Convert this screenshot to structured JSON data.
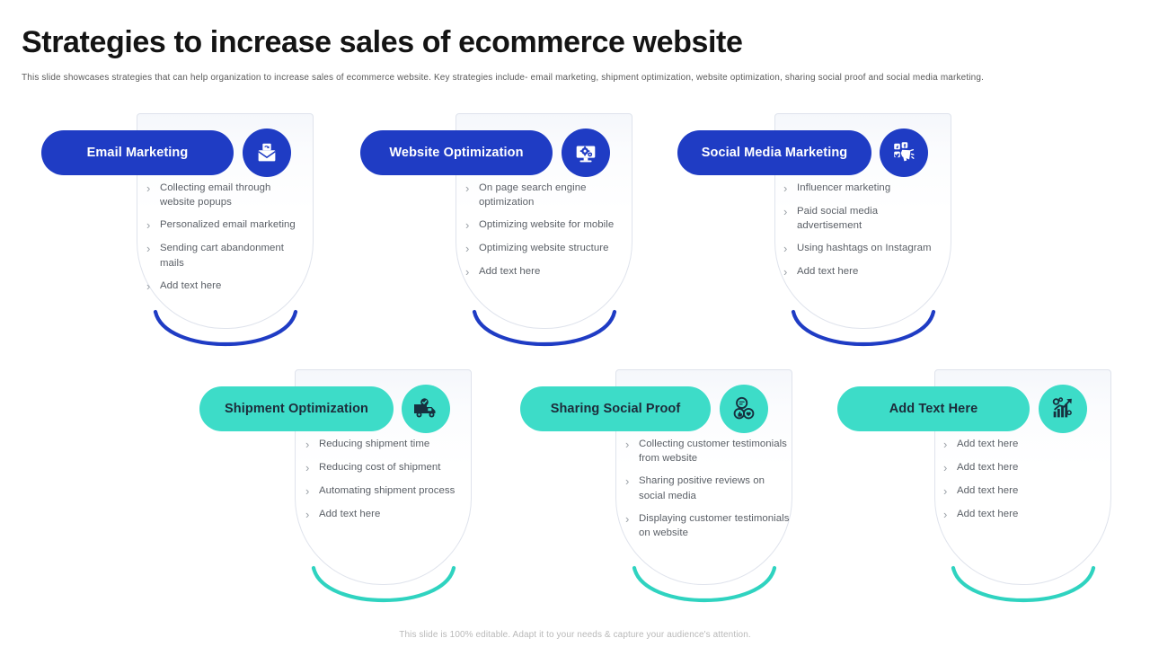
{
  "header": {
    "title": "Strategies to increase sales of ecommerce website",
    "subtitle": "This slide showcases strategies that can help organization to increase sales of ecommerce website. Key strategies include- email marketing, shipment optimization, website optimization, sharing social proof and social media marketing."
  },
  "footer": {
    "note": "This slide is 100% editable. Adapt it to your needs & capture your audience's attention."
  },
  "colors": {
    "blue": "#1f3cc4",
    "blue_arc": "#1f3cc4",
    "teal": "#3ddcc8",
    "teal_arc": "#2fd3c0",
    "title": "#141414",
    "body_text": "#5a5f66",
    "shield_border": "#dfe3ec"
  },
  "bullet_glyph": "›",
  "cards": [
    {
      "id": "email-marketing",
      "label": "Email Marketing",
      "theme": "blue",
      "icon": "envelope-mail-icon",
      "items": [
        "Collecting email through website popups",
        "Personalized email marketing",
        "Sending cart abandonment mails",
        "Add text here"
      ]
    },
    {
      "id": "website-optimization",
      "label": "Website Optimization",
      "theme": "blue",
      "icon": "monitor-gear-icon",
      "items": [
        "On page search engine optimization",
        "Optimizing website for mobile",
        "Optimizing website structure",
        "Add text here"
      ]
    },
    {
      "id": "social-media-marketing",
      "label": "Social Media Marketing",
      "theme": "blue",
      "icon": "social-megaphone-icon",
      "items": [
        "Influencer marketing",
        "Paid social media advertisement",
        "Using hashtags on Instagram",
        "Add text here"
      ]
    },
    {
      "id": "shipment-optimization",
      "label": "Shipment Optimization",
      "theme": "teal",
      "icon": "delivery-truck-icon",
      "items": [
        "Reducing shipment time",
        "Reducing cost of shipment",
        "Automating shipment process",
        "Add text here"
      ]
    },
    {
      "id": "sharing-social-proof",
      "label": "Sharing Social Proof",
      "theme": "teal",
      "icon": "review-feedback-icon",
      "items": [
        "Collecting customer testimonials from website",
        "Sharing positive reviews on social media",
        "Displaying customer testimonials on website"
      ]
    },
    {
      "id": "add-text-here",
      "label": "Add Text Here",
      "theme": "teal",
      "icon": "growth-chart-icon",
      "items": [
        "Add text here",
        "Add text here",
        "Add text here",
        "Add text here"
      ]
    }
  ]
}
